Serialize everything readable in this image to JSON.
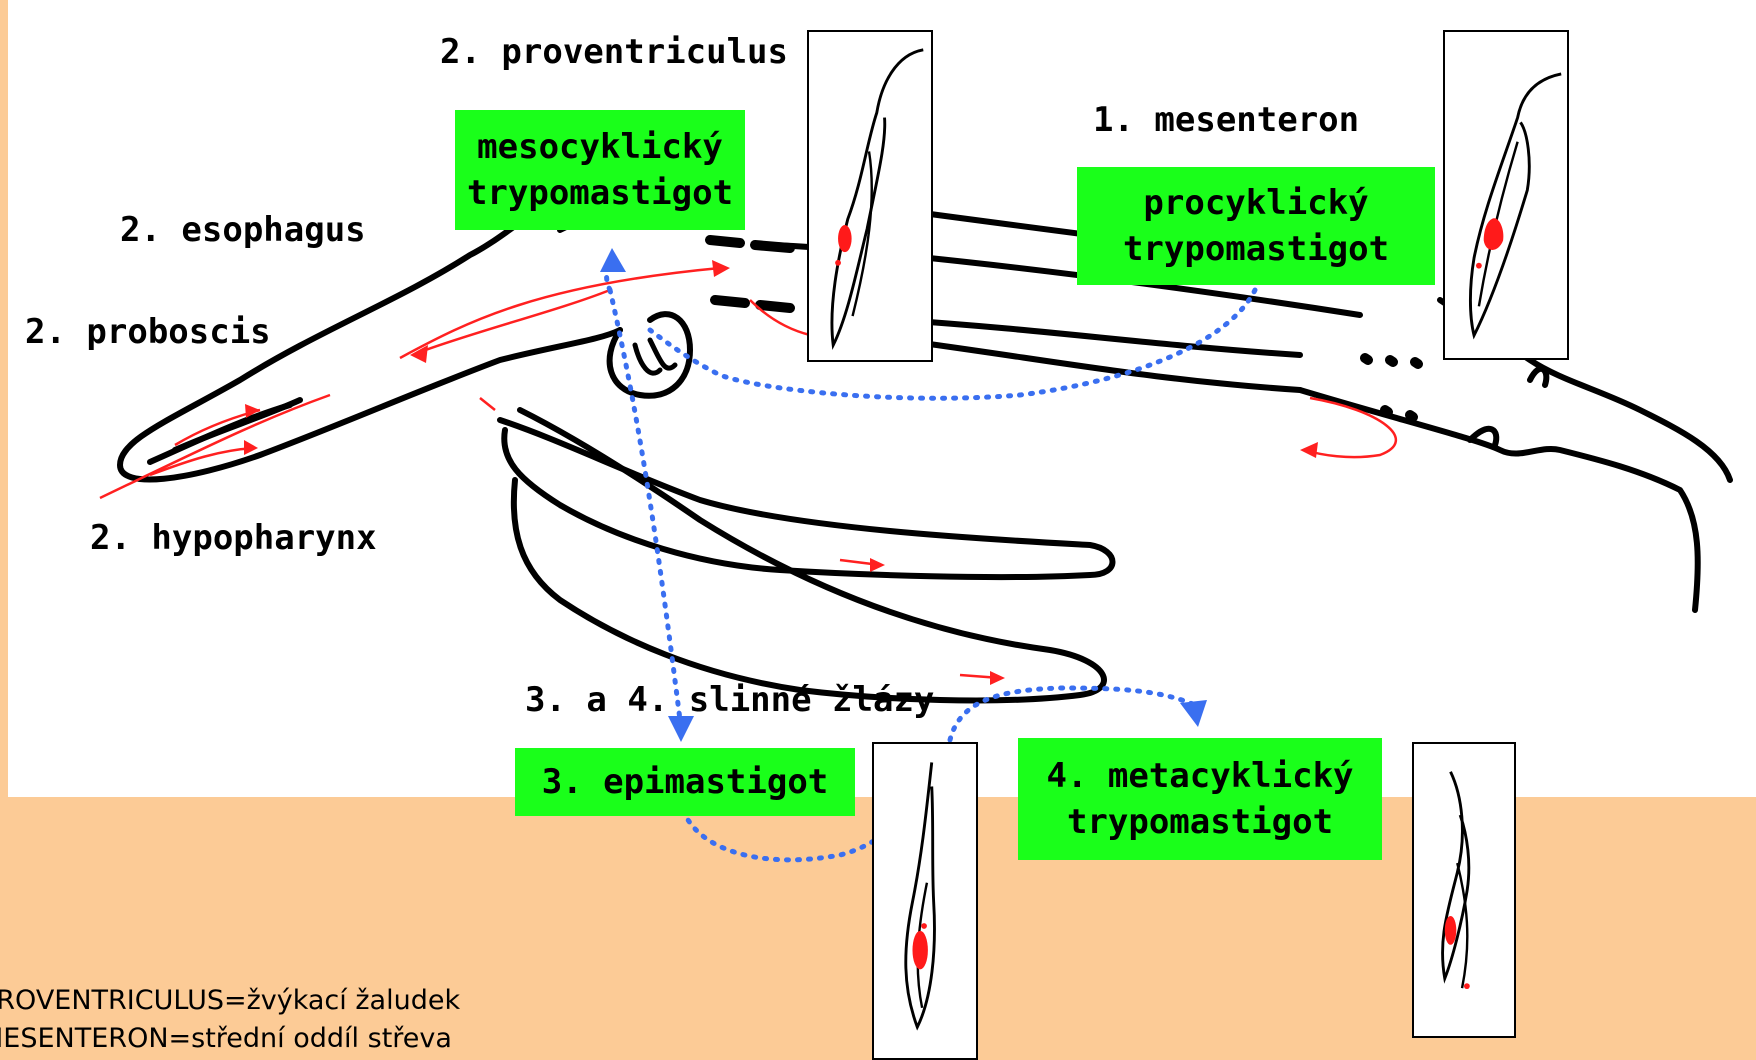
{
  "labels": {
    "proventriculus": "2. proventriculus",
    "mesenteron": "1. mesenteron",
    "esophagus": "2. esophagus",
    "proboscis": "2. proboscis",
    "hypopharynx": "2. hypopharynx",
    "salivary_glands": "3. a 4. slinné žlázy"
  },
  "stages": {
    "mesocyclic": [
      "mesocyklický",
      "trypomastigot"
    ],
    "procyclic": [
      "procyklický",
      "trypomastigot"
    ],
    "epimastigote": [
      "3. epimastigot"
    ],
    "metacyclic": [
      "4. metacyklický",
      "trypomastigot"
    ]
  },
  "legend": [
    "PROVENTRICULUS=žvýkací žaludek",
    "MESENTERON=střední oddíl střeva"
  ],
  "colors": {
    "background": "#fccb96",
    "panel": "#ffffff",
    "stage_box": "#1aff1a",
    "flow_arrow": "#ff2020",
    "transition_path": "#3a6ff0",
    "nucleus": "#ff1a1a"
  }
}
